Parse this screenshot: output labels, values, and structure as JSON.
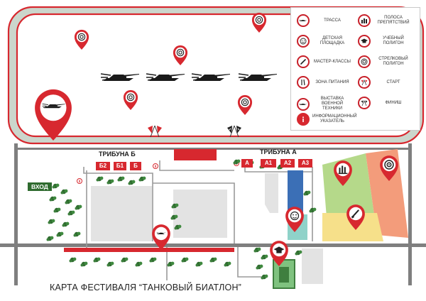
{
  "map": {
    "title": "КАРТА ФЕСТИВАЛЯ “ТАНКОВЫЙ БИАТЛОН”",
    "stand_b": "ТРИБУНА Б",
    "stand_a": "ТРИБУНА А",
    "entrance": "ВХОД",
    "seats_b": [
      "Б2",
      "Б1",
      "Б"
    ],
    "seats_a": [
      "А",
      "А1",
      "А2",
      "А3"
    ]
  },
  "legend": {
    "items": [
      {
        "label": "ТРАССА",
        "icon": "tank-icon"
      },
      {
        "label": "ПОЛОСА ПРЕПЯТСТВИЙ",
        "icon": "obstacle-icon"
      },
      {
        "label": "ДЕТСКАЯ ПЛОЩАДКА",
        "icon": "child-face-icon"
      },
      {
        "label": "УЧЕБНЫЙ ПОЛИГОН",
        "icon": "graduation-cap-icon"
      },
      {
        "label": "МАСТЕР-КЛАССЫ",
        "icon": "brush-icon"
      },
      {
        "label": "СТРЕЛКОВЫЙ ПОЛИГОН",
        "icon": "target-icon"
      },
      {
        "label": "ЗОНА ПИТАНИЯ",
        "icon": "cutlery-icon"
      },
      {
        "label": "СТАРТ",
        "icon": "start-flags-icon"
      },
      {
        "label": "ВЫСТАВКА ВОЕННОЙ ТЕХНИКИ",
        "icon": "military-vehicle-icon"
      },
      {
        "label": "ФИНИШ",
        "icon": "finish-flags-icon"
      },
      {
        "label": "ИНФОРМАЦИОННЫЙ УКАЗАТЕЛЬ",
        "icon": "info-icon"
      }
    ]
  },
  "colors": {
    "accent": "#d7282f",
    "track": "#c7d3c9",
    "road": "#7f7f7f",
    "zone_green": "#b5d98a",
    "zone_orange": "#f39c7b",
    "zone_yellow": "#f6e08a",
    "zone_teal": "#8fd2c9",
    "zone_blue": "#3b6fb6",
    "building": "#e3e3e3",
    "tree": "#2f6b2f"
  }
}
